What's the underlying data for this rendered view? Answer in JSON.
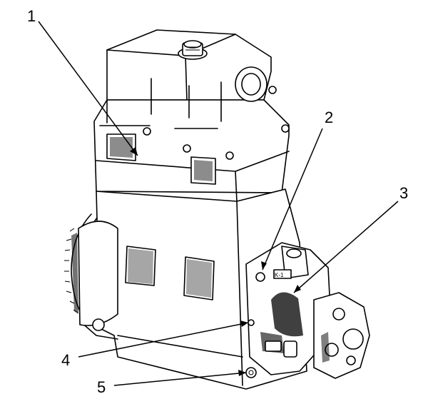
{
  "callouts": [
    {
      "id": "1",
      "label": "1"
    },
    {
      "id": "2",
      "label": "2"
    },
    {
      "id": "3",
      "label": "3"
    },
    {
      "id": "4",
      "label": "4"
    },
    {
      "id": "5",
      "label": "5"
    }
  ],
  "part_marking": "K-1"
}
